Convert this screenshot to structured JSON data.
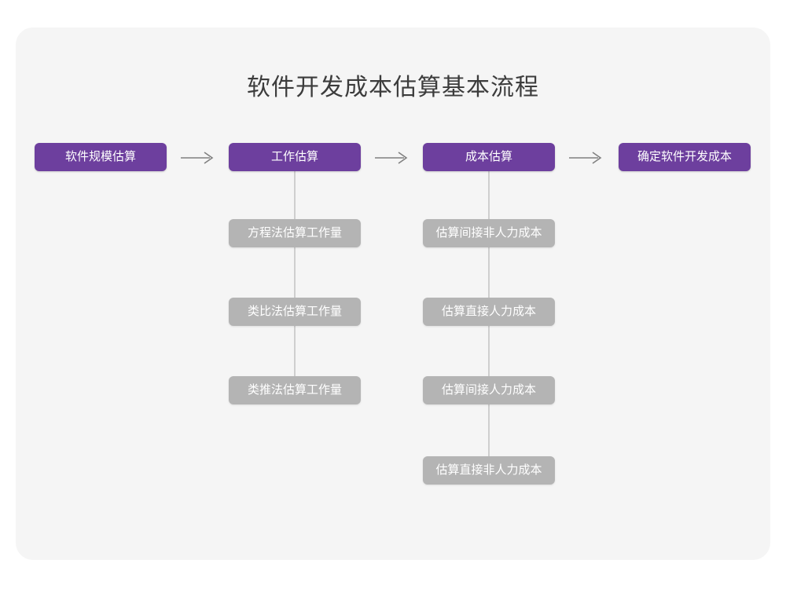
{
  "chart_data": {
    "type": "diagram",
    "diagram_kind": "flowchart",
    "title": "软件开发成本估算基本流程",
    "orientation": "left-to-right main flow with vertical sub-branches",
    "main_flow": [
      "软件规模估算",
      "工作估算",
      "成本估算",
      "确定软件开发成本"
    ],
    "connectors": [
      "arrow",
      "arrow",
      "arrow"
    ],
    "branches": [
      {
        "parent": "工作估算",
        "children": [
          "方程法估算工作量",
          "类比法估算工作量",
          "类推法估算工作量"
        ]
      },
      {
        "parent": "成本估算",
        "children": [
          "估算间接非人力成本",
          "估算直接人力成本",
          "估算间接人力成本",
          "估算直接非人力成本"
        ]
      }
    ],
    "colors": {
      "primary_node": "#6d3f9e",
      "sub_node": "#b4b4b4",
      "connector": "#cfcfcf",
      "arrow": "#808080",
      "canvas": "#f5f5f5",
      "page": "#ffffff",
      "title_text": "#3c3c3c",
      "node_text": "#ffffff"
    }
  },
  "diagram": {
    "title": "软件开发成本估算基本流程",
    "main_nodes": [
      {
        "label": "软件规模估算"
      },
      {
        "label": "工作估算"
      },
      {
        "label": "成本估算"
      },
      {
        "label": "确定软件开发成本"
      }
    ],
    "effort_branch": [
      {
        "label": "方程法估算工作量"
      },
      {
        "label": "类比法估算工作量"
      },
      {
        "label": "类推法估算工作量"
      }
    ],
    "cost_branch": [
      {
        "label": "估算间接非人力成本"
      },
      {
        "label": "估算直接人力成本"
      },
      {
        "label": "估算间接人力成本"
      },
      {
        "label": "估算直接非人力成本"
      }
    ]
  }
}
